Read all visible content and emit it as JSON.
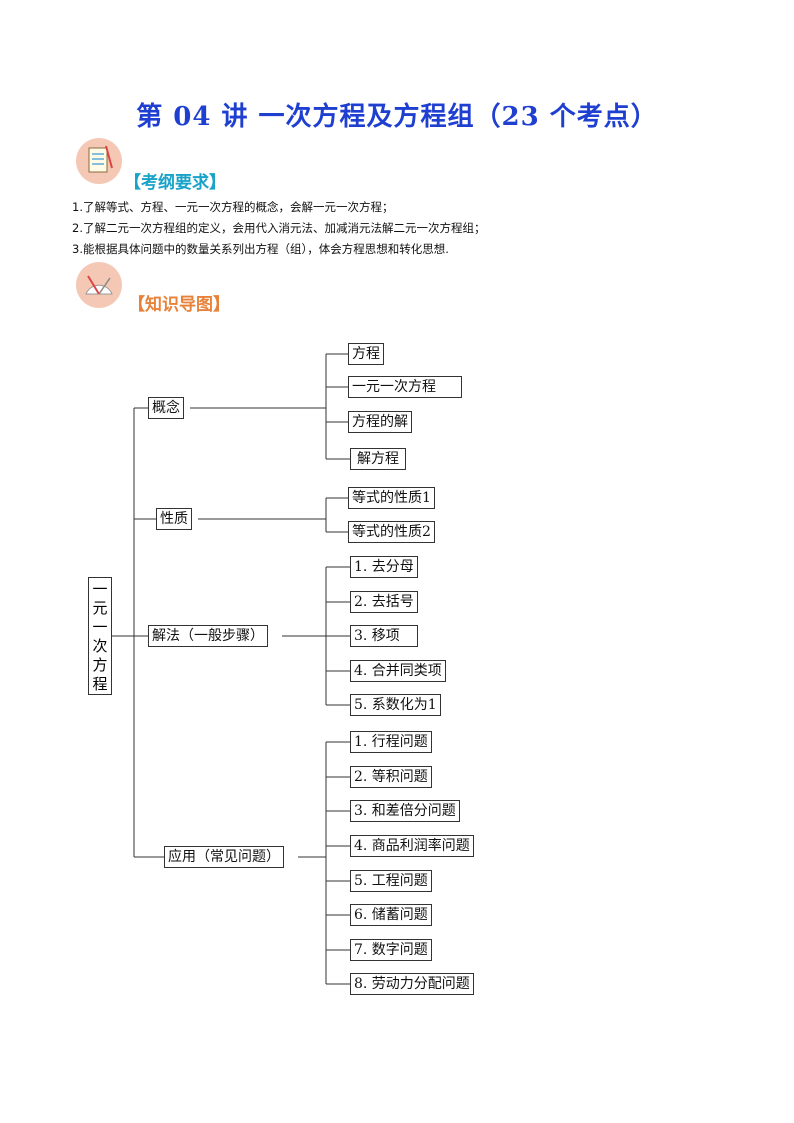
{
  "title": "第 04 讲  一次方程及方程组（23 个考点）",
  "section1": {
    "title": "【考纲要求】",
    "items": [
      "1.了解等式、方程、一元一次方程的概念，会解一元一次方程；",
      "2.了解二元一次方程组的定义，会用代入消元法、加减消元法解二元一次方程组；",
      "3.能根据具体问题中的数量关系列出方程（组），体会方程思想和转化思想."
    ]
  },
  "section2": {
    "title": "【知识导图】"
  },
  "mindmap": {
    "root": "一元一次方程",
    "branches": [
      {
        "label": "概念",
        "children": [
          "方程",
          "一元一次方程",
          "方程的解",
          "解方程"
        ]
      },
      {
        "label": "性质",
        "children": [
          "等式的性质1",
          "等式的性质2"
        ]
      },
      {
        "label": "解法（一般步骤）",
        "children": [
          "1. 去分母",
          "2. 去括号",
          "3. 移项",
          "4. 合并同类项",
          "5. 系数化为1"
        ]
      },
      {
        "label": "应用（常见问题）",
        "children": [
          "1. 行程问题",
          "2. 等积问题",
          "3. 和差倍分问题",
          "4. 商品利润率问题",
          "5. 工程问题",
          "6. 储蓄问题",
          "7. 数字问题",
          "8. 劳动力分配问题"
        ]
      }
    ]
  },
  "colors": {
    "title": "#1f3fd0",
    "section1": "#1aa3c8",
    "section2": "#e8823a"
  }
}
